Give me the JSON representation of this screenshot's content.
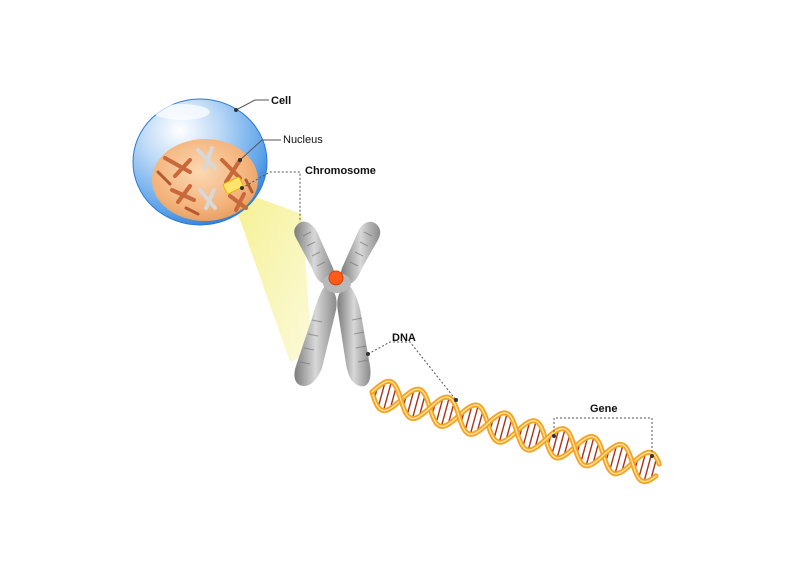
{
  "labels": {
    "cell": "Cell",
    "nucleus": "Nucleus",
    "chromosome": "Chromosome",
    "dna": "DNA",
    "gene": "Gene"
  },
  "colors": {
    "cell_blue": "#3d8de0",
    "nucleus_orange": "#f2b27a",
    "chromosome_gray": "#9a9a9a",
    "centromere_orange": "#ff5a1a",
    "dna_strand_orange": "#f6a21c",
    "dna_rung_red": "#a8321a",
    "highlight_beam": "#f6f3a0",
    "leader_line": "#555555"
  }
}
